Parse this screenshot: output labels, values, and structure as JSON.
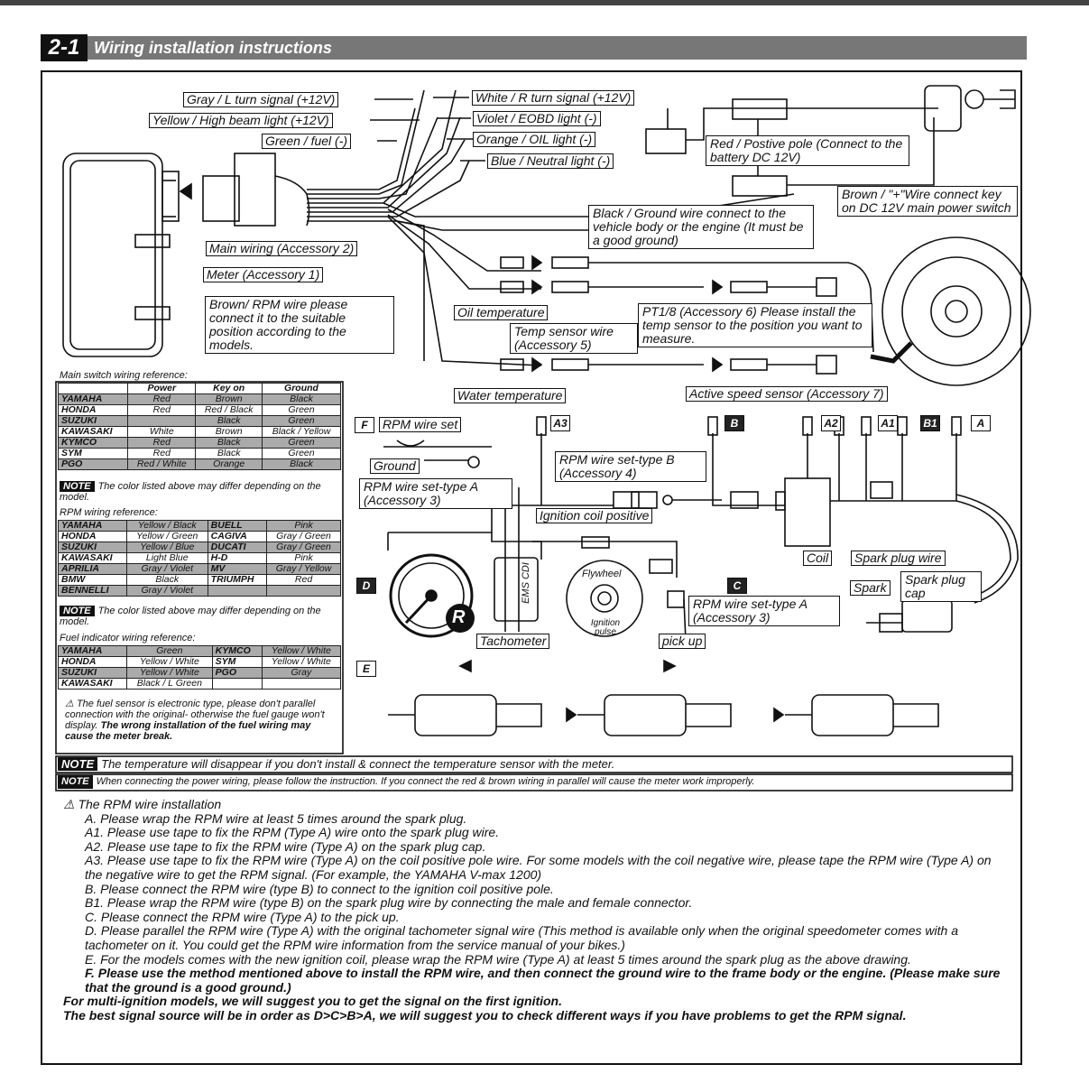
{
  "header": {
    "number": "2-1",
    "title": "Wiring installation instructions"
  },
  "labels": {
    "gray_l_turn": "Gray / L turn signal (+12V)",
    "yellow_high": "Yellow / High beam light (+12V)",
    "green_fuel": "Green / fuel (-)",
    "white_r_turn": "White / R turn signal (+12V)",
    "violet_eobd": "Violet / EOBD light (-)",
    "orange_oil": "Orange / OIL light (-)",
    "blue_neutral": "Blue / Neutral light (-)",
    "red_positive": "Red / Postive pole (Connect to the battery DC 12V)",
    "brown_key": "Brown / \"+\"Wire connect key on DC 12V main power switch",
    "black_ground": "Black / Ground wire connect to the vehicle body or the engine (It must be a good ground)",
    "main_wiring": "Main wiring (Accessory 2)",
    "meter": "Meter (Accessory 1)",
    "brown_rpm": "Brown/ RPM wire please connect it to the suitable position according to the models.",
    "oil_temp": "Oil temperature",
    "temp_sensor": "Temp sensor wire (Accessory 5)",
    "pt18": "PT1/8 (Accessory 6) Please install the temp sensor to the position you want to measure.",
    "water_temp": "Water temperature",
    "active_speed": "Active speed sensor (Accessory 7)",
    "rpm_wire_set": "RPM wire set",
    "ground": "Ground",
    "rpm_set_a": "RPM wire set-type A (Accessory 3)",
    "rpm_set_b": "RPM wire set-type B (Accessory 4)",
    "ignition_coil_pos": "Ignition coil positive",
    "tachometer": "Tachometer",
    "ems_cdi": "EMS CDI",
    "flywheel": "Flywheel",
    "ignition_pulse": "Ignition pulse",
    "rpm_set_a2": "RPM wire set-type A (Accessory 3)",
    "pick_up": "pick up",
    "coil": "Coil",
    "spark_plug_wire": "Spark plug wire",
    "spark": "Spark",
    "spark_plug_cap": "Spark plug cap",
    "tag_F": "F",
    "tag_A3": "A3",
    "tag_B": "B",
    "tag_A2": "A2",
    "tag_A1": "A1",
    "tag_B1": "B1",
    "tag_A": "A",
    "tag_D": "D",
    "tag_C": "C",
    "tag_E": "E"
  },
  "main_switch": {
    "title": "Main switch wiring reference:",
    "headers": [
      "",
      "Power",
      "Key on",
      "Ground"
    ],
    "rows": [
      [
        "YAMAHA",
        "Red",
        "Brown",
        "Black"
      ],
      [
        "HONDA",
        "Red",
        "Red / Black",
        "Green"
      ],
      [
        "SUZUKI",
        "",
        "Black",
        "Green"
      ],
      [
        "KAWASAKI",
        "White",
        "Brown",
        "Black / Yellow"
      ],
      [
        "KYMCO",
        "Red",
        "Black",
        "Green"
      ],
      [
        "SYM",
        "Red",
        "Black",
        "Green"
      ],
      [
        "PGO",
        "Red / White",
        "Orange",
        "Black"
      ]
    ],
    "note": "The color listed above may differ depending on the model."
  },
  "rpm_ref": {
    "title": "RPM wiring reference:",
    "rows": [
      [
        "YAMAHA",
        "Yellow / Black",
        "BUELL",
        "Pink"
      ],
      [
        "HONDA",
        "Yellow / Green",
        "CAGIVA",
        "Gray / Green"
      ],
      [
        "SUZUKI",
        "Yellow / Blue",
        "DUCATI",
        "Gray / Green"
      ],
      [
        "KAWASAKI",
        "Light Blue",
        "H-D",
        "Pink"
      ],
      [
        "APRILIA",
        "Gray / Violet",
        "MV",
        "Gray / Yellow"
      ],
      [
        "BMW",
        "Black",
        "TRIUMPH",
        "Red"
      ],
      [
        "BENNELLI",
        "Gray / Violet",
        "",
        ""
      ]
    ],
    "note": "The color listed above may differ depending on the model."
  },
  "fuel_ref": {
    "title": "Fuel indicator wiring reference:",
    "rows": [
      [
        "YAMAHA",
        "Green",
        "KYMCO",
        "Yellow / White"
      ],
      [
        "HONDA",
        "Yellow / White",
        "SYM",
        "Yellow / White"
      ],
      [
        "SUZUKI",
        "Yellow / White",
        "PGO",
        "Gray"
      ],
      [
        "KAWASAKI",
        "Black / L Green",
        "",
        ""
      ]
    ],
    "warn1": "The fuel sensor is electronic type, please don't parallel connection with the original- otherwise the fuel gauge won't display.",
    "warn2": "The wrong installation of the fuel wiring may cause the meter break."
  },
  "notes": {
    "badge": "NOTE",
    "n1": "The temperature will disappear if you don't install & connect the temperature sensor with the meter.",
    "n2": "When connecting the power wiring, please follow the instruction. If you connect the red & brown wiring in parallel will cause the meter work improperly."
  },
  "instructions": {
    "title": "The RPM wire installation",
    "A": "A. Please wrap the RPM wire at least 5 times around the spark plug.",
    "A1": "A1. Please use tape to fix the RPM (Type A) wire onto the spark plug wire.",
    "A2": "A2. Please use tape to fix the RPM wire (Type A) on the spark plug cap.",
    "A3": "A3. Please use tape to fix the RPM wire (Type A) on the coil positive pole wire. For some models with the coil negative wire, please tape the RPM wire (Type A) on the negative wire to get the RPM signal. (For example, the YAMAHA V-max 1200)",
    "B": "B. Please connect the RPM wire (type B) to connect to the ignition coil positive pole.",
    "B1": "B1. Please wrap the RPM wire (type B) on the spark plug wire by connecting the male and female connector.",
    "C": "C. Please connect the RPM wire (Type A) to the pick up.",
    "D": "D. Please parallel the RPM wire (Type A) with the original tachometer signal wire (This method is available only when the original speedometer comes with a tachometer on it. You could get the RPM wire information from the service manual of your bikes.)",
    "E": "E. For the models comes with the new ignition coil, please wrap the RPM wire (Type A) at least 5 times around the spark plug as the above drawing.",
    "F": "F. Please use the method mentioned above to install the RPM wire, and then connect the ground wire to the frame body or the engine. (Please make sure that the ground is a good ground.)",
    "multi": "For multi-ignition models, we will suggest you to get the signal on the first ignition.",
    "best": "The best signal source will be in order as D>C>B>A, we will suggest you to check different ways if you have problems to get the RPM signal."
  }
}
